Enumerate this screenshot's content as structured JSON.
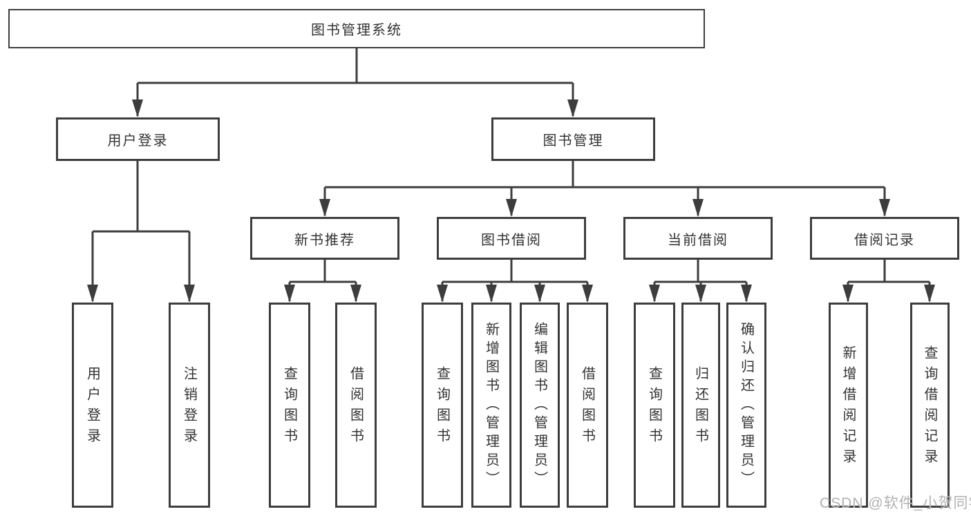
{
  "colors": {
    "background": "#ffffff",
    "line": "#3d3d3d",
    "box_border": "#3d3d3d",
    "text": "#333333",
    "watermark": "#b1b1b1"
  },
  "tree": {
    "root": {
      "label": "图书管理系统"
    },
    "branches": [
      {
        "label": "用户登录",
        "children": [
          {
            "label": "用户登录"
          },
          {
            "label": "注销登录"
          }
        ]
      },
      {
        "label": "图书管理",
        "children": [
          {
            "label": "新书推荐",
            "children": [
              {
                "label": "查询图书"
              },
              {
                "label": "借阅图书"
              }
            ]
          },
          {
            "label": "图书借阅",
            "children": [
              {
                "label": "查询图书"
              },
              {
                "label": "新增图书（管理员）"
              },
              {
                "label": "编辑图书（管理员）"
              },
              {
                "label": "借阅图书"
              }
            ]
          },
          {
            "label": "当前借阅",
            "children": [
              {
                "label": "查询图书"
              },
              {
                "label": "归还图书"
              },
              {
                "label": "确认归还（管理员）"
              }
            ]
          },
          {
            "label": "借阅记录",
            "children": [
              {
                "label": "新增借阅记录"
              },
              {
                "label": "查询借阅记录"
              }
            ]
          }
        ]
      }
    ]
  },
  "watermark": {
    "text": "CSDN @软件_小贺同学"
  }
}
